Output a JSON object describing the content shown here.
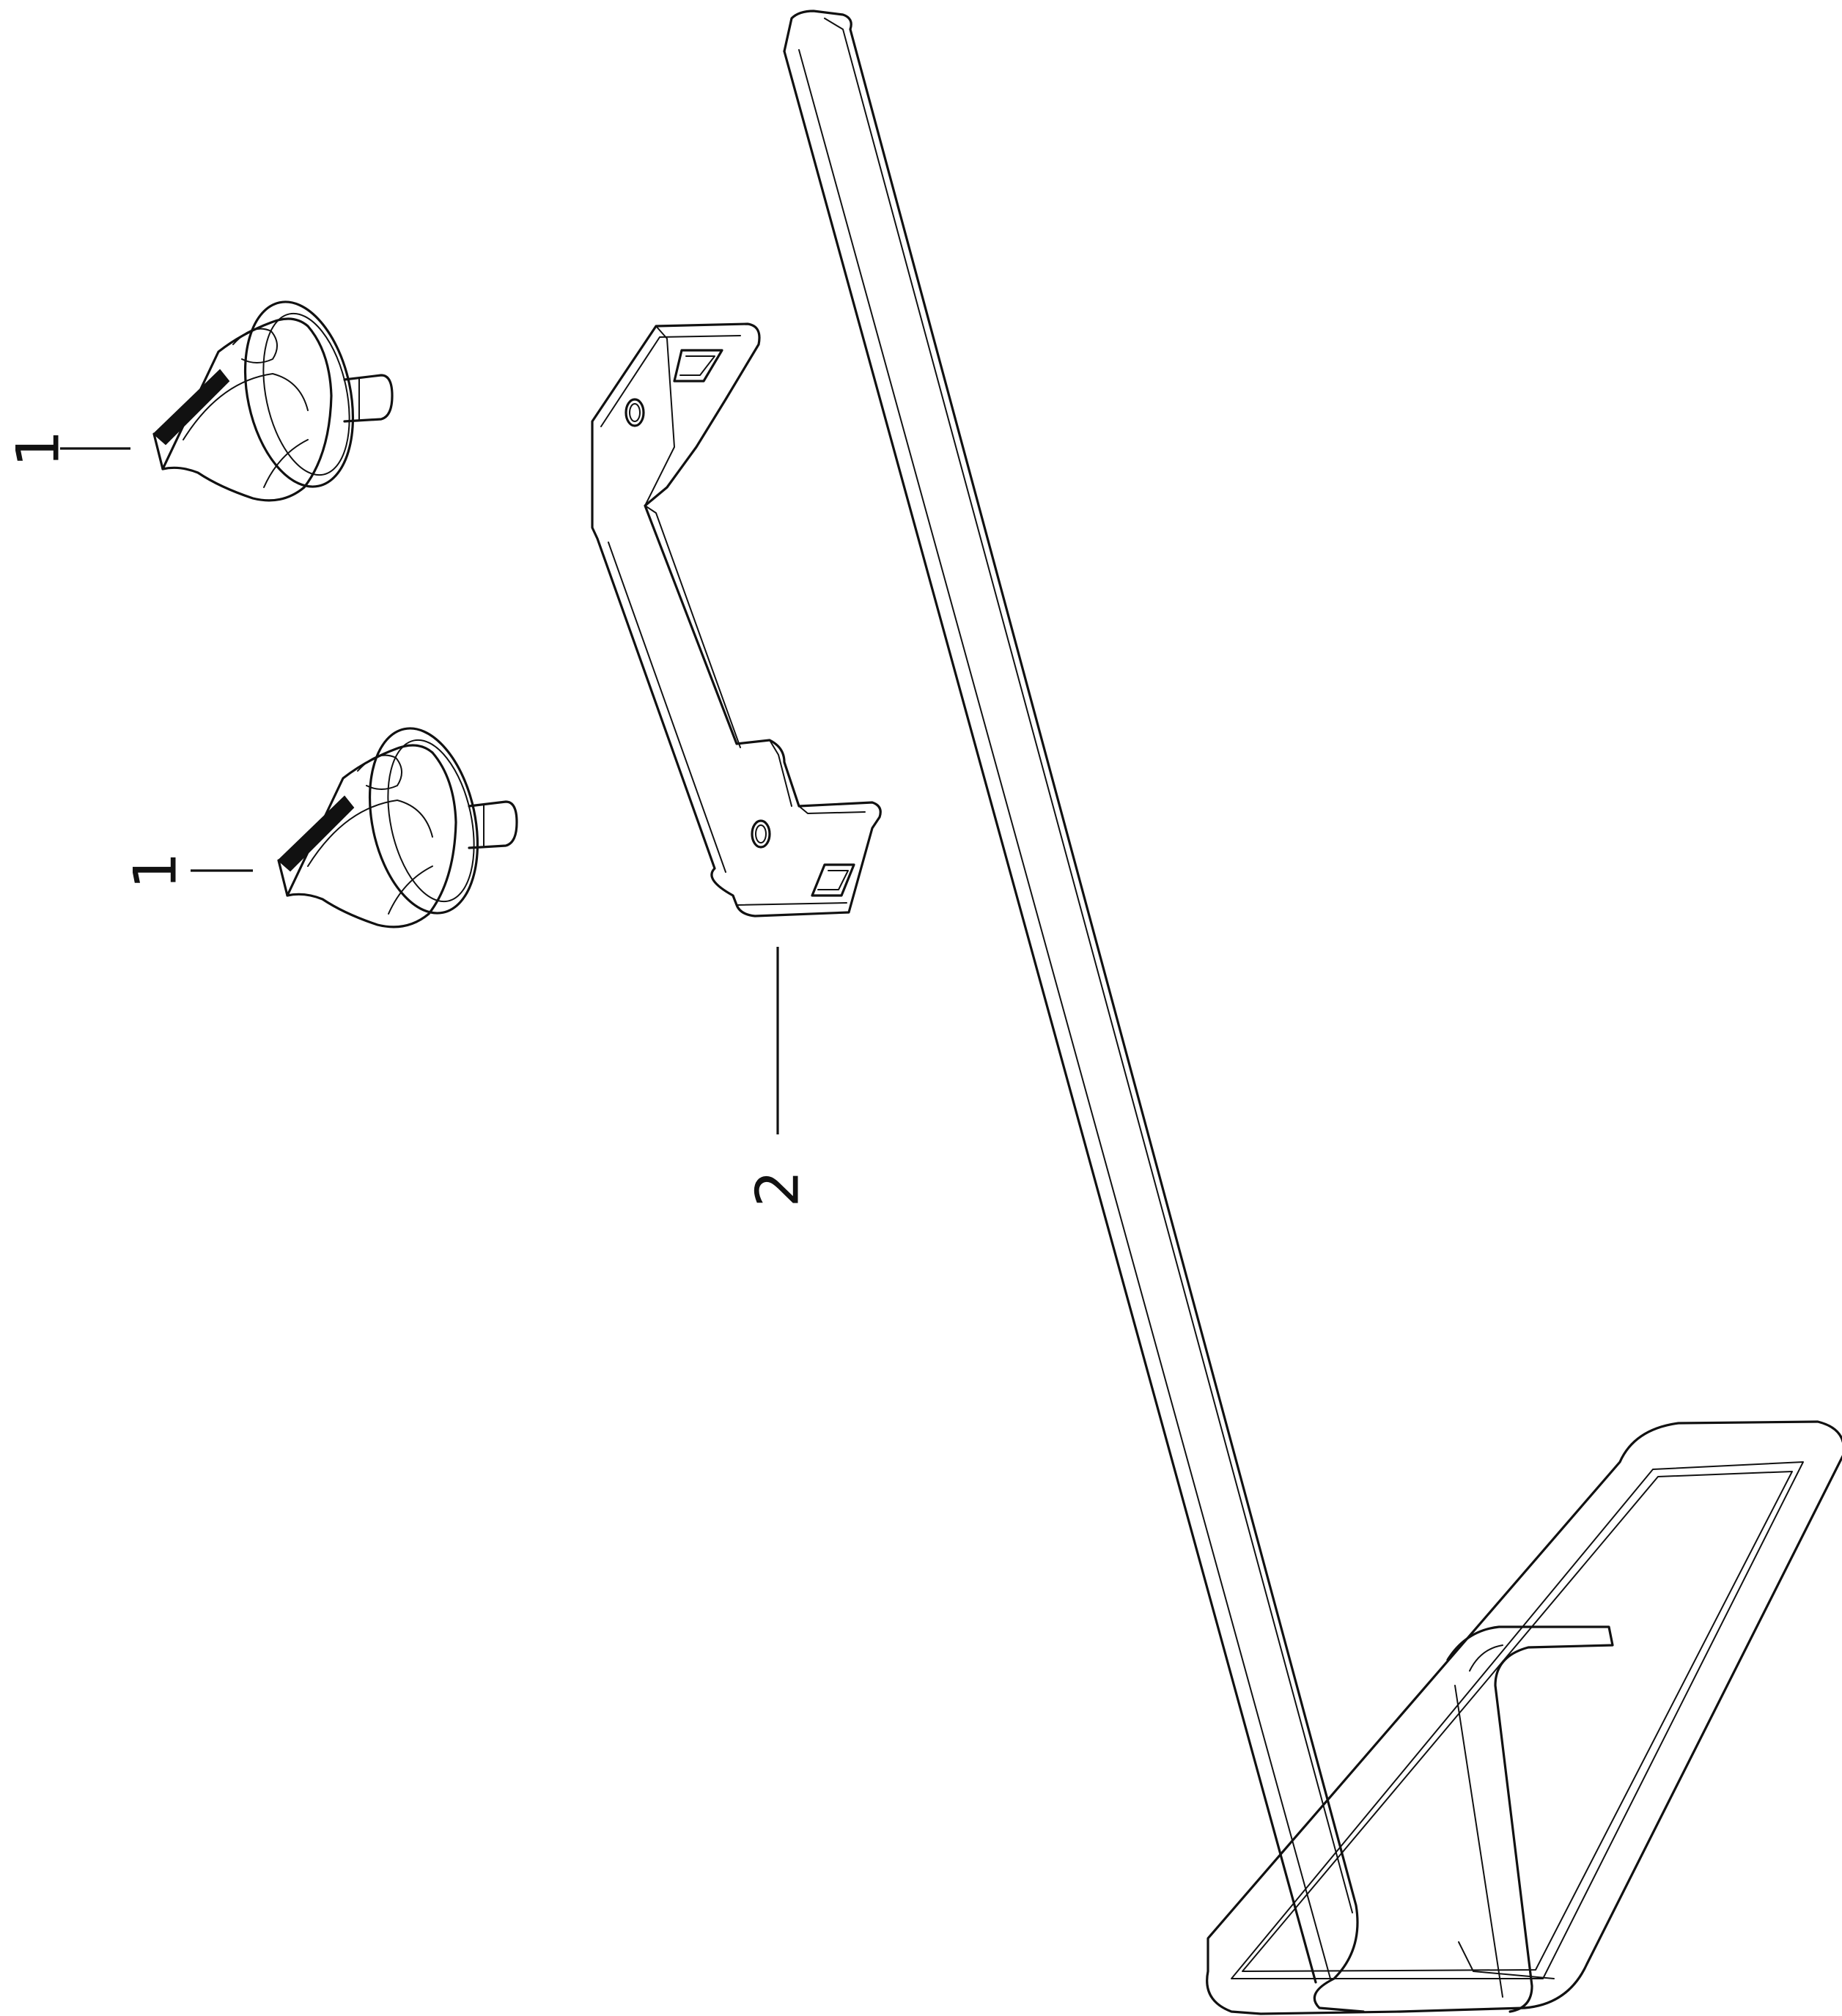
{
  "diagram": {
    "type": "exploded-parts-drawing",
    "background": "#ffffff",
    "line_color": "#111111",
    "callouts": [
      {
        "id": "knob-upper",
        "label": "1"
      },
      {
        "id": "knob-lower",
        "label": "1"
      },
      {
        "id": "bracket",
        "label": "2"
      }
    ],
    "parts": [
      {
        "name": "clamping-knob-upper",
        "icon": "knob-icon"
      },
      {
        "name": "clamping-knob-lower",
        "icon": "knob-icon"
      },
      {
        "name": "bracket",
        "icon": "bracket-icon"
      },
      {
        "name": "guide-rod-with-frame",
        "icon": "rod-frame-icon"
      }
    ]
  }
}
